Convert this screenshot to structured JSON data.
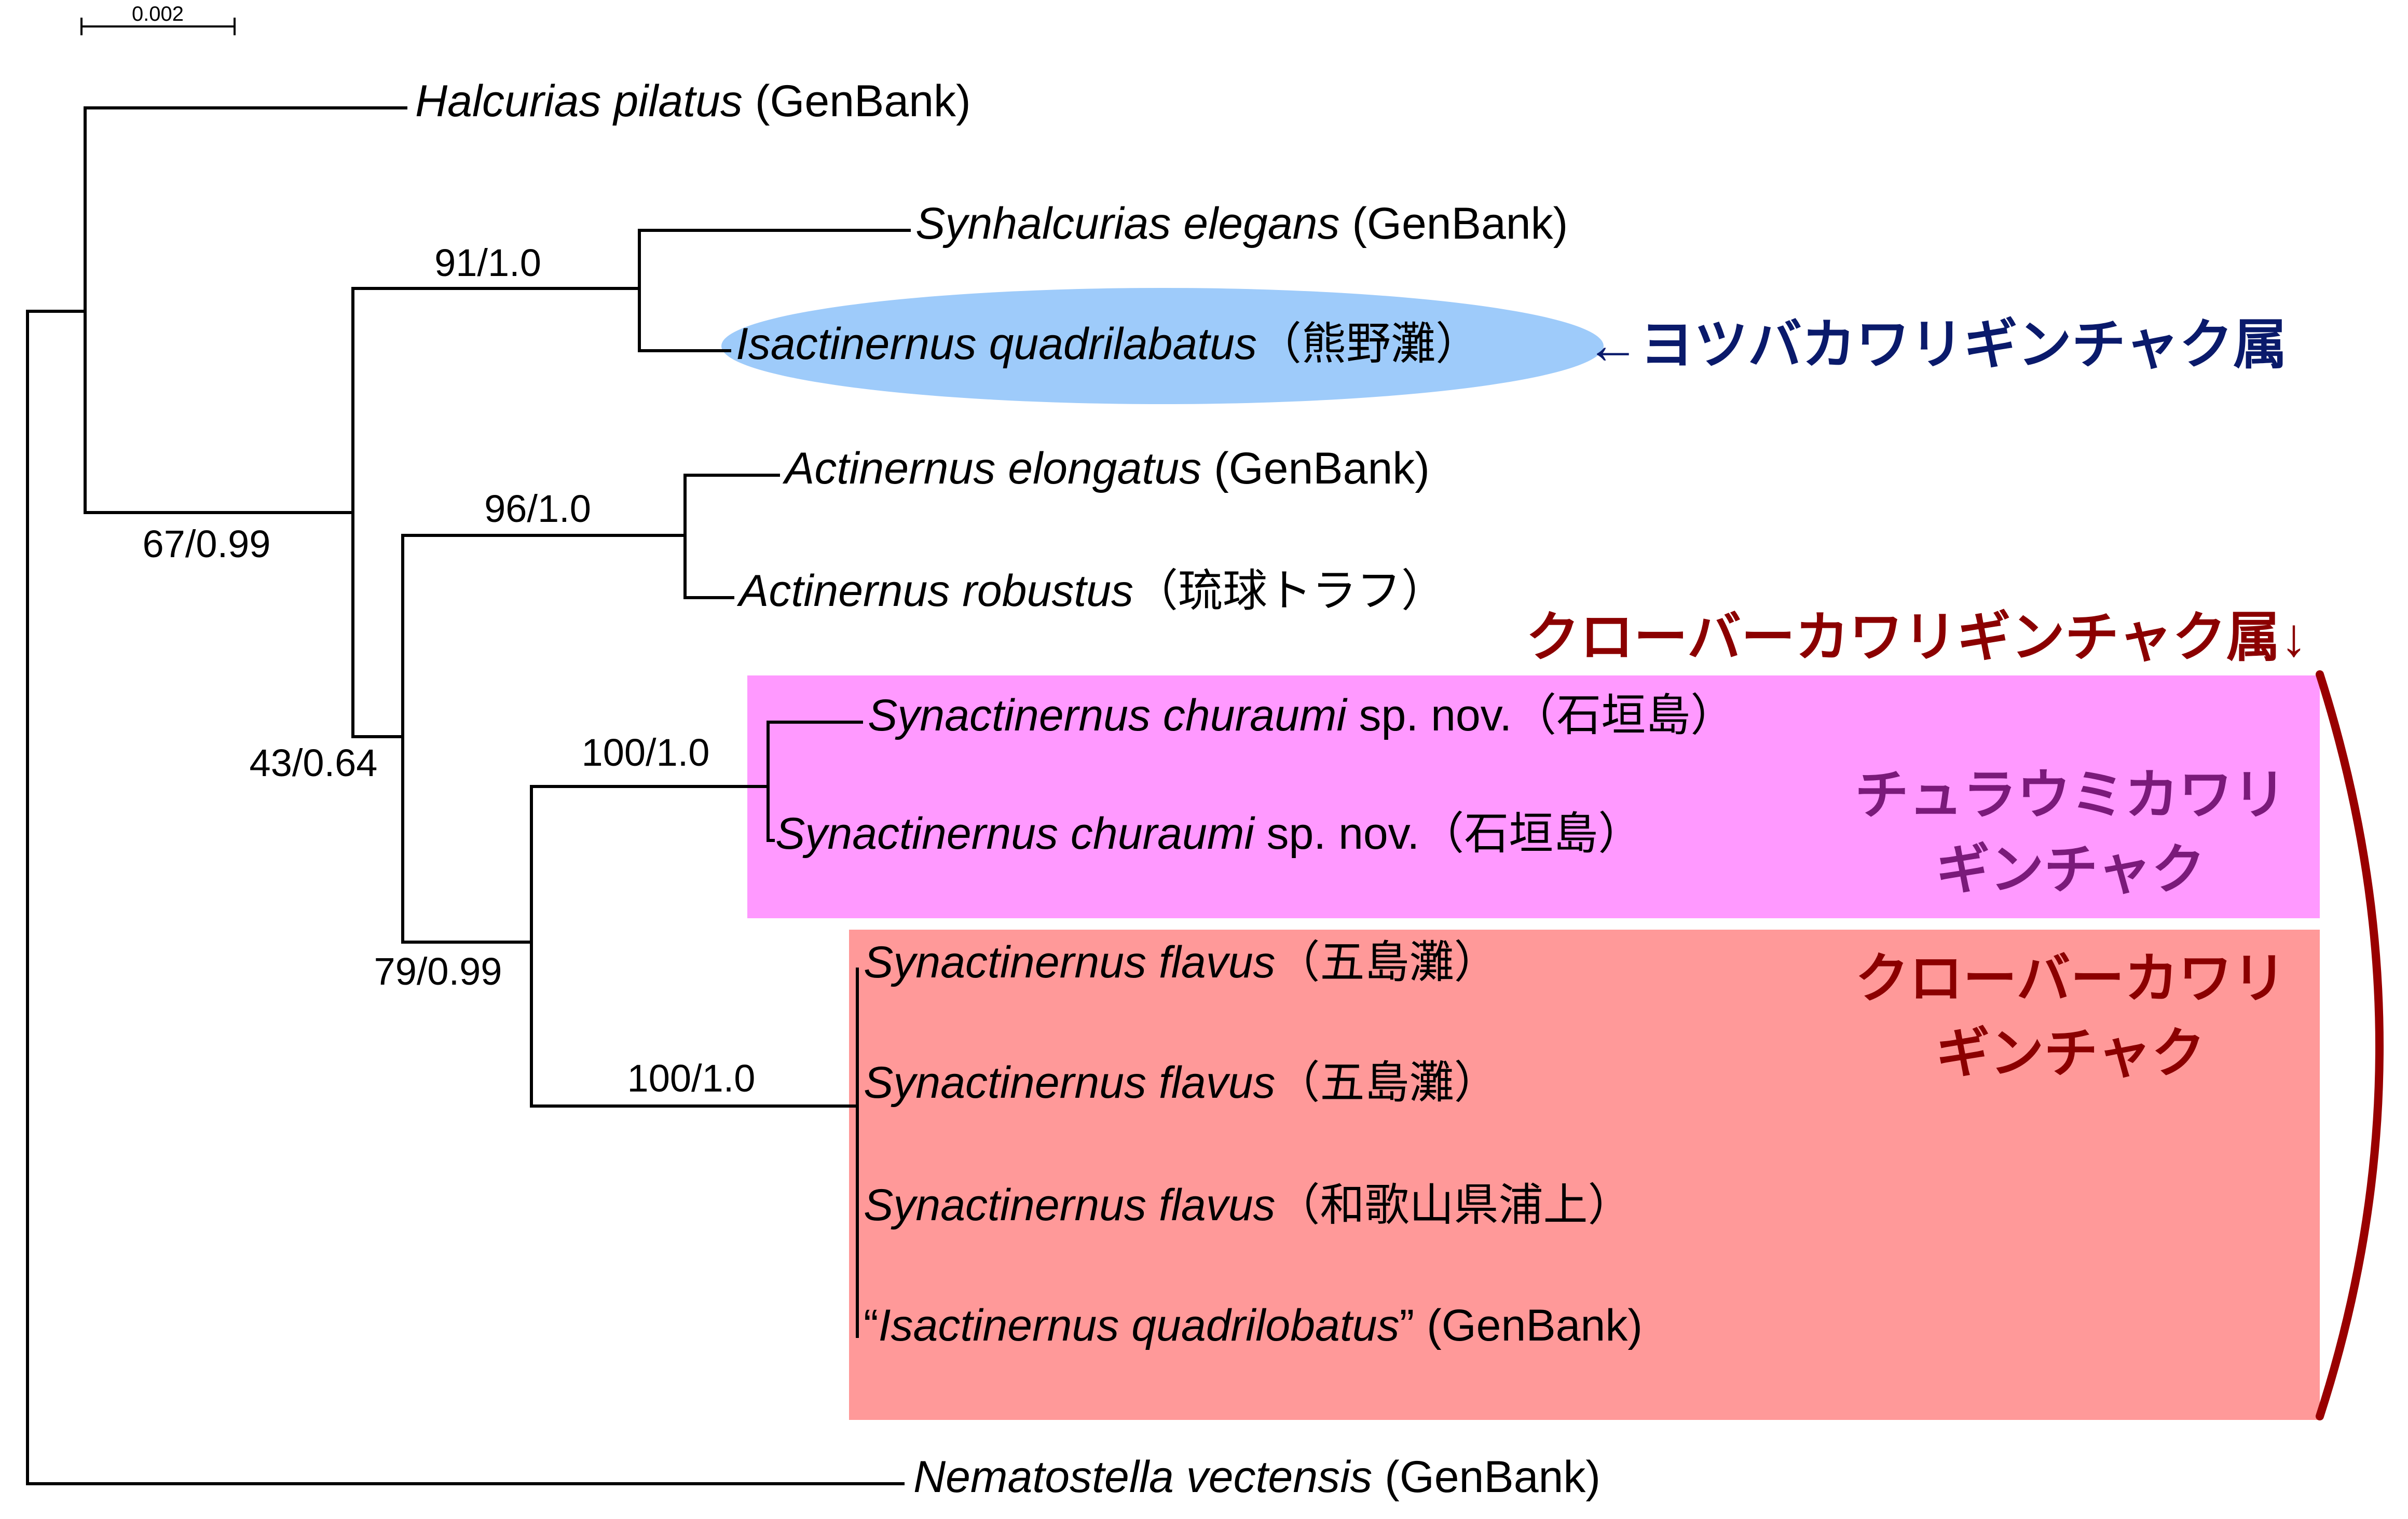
{
  "scale_bar": {
    "label": "0.002"
  },
  "taxa": [
    {
      "id": "halcurias",
      "italic": "Halcurias pilatus",
      "suffix": " (GenBank)"
    },
    {
      "id": "synhal",
      "italic": "Synhalcurias elegans",
      "suffix": " (GenBank)"
    },
    {
      "id": "isact",
      "italic": "Isactinernus quadrilabatus",
      "suffix": "（熊野灘）"
    },
    {
      "id": "actelong",
      "italic": "Actinernus elongatus",
      "suffix": " (GenBank)"
    },
    {
      "id": "actrob",
      "italic": "Actinernus robustus",
      "suffix": "（琉球トラフ）"
    },
    {
      "id": "chur1",
      "italic": "Synactinernus churaumi",
      "suffix": " sp. nov.（石垣島）"
    },
    {
      "id": "chur2",
      "italic": "Synactinernus churaumi",
      "suffix": " sp. nov.（石垣島）"
    },
    {
      "id": "flav1",
      "italic": "Synactinernus flavus",
      "suffix": "（五島灘）"
    },
    {
      "id": "flav2",
      "italic": "Synactinernus flavus",
      "suffix": "（五島灘）"
    },
    {
      "id": "flav3",
      "italic": "Synactinernus flavus",
      "suffix": "（和歌山県浦上）"
    },
    {
      "id": "isquad",
      "prefix": "“",
      "italic": "Isactinernus quadrilobatus",
      "suffix": "” (GenBank)"
    },
    {
      "id": "nemato",
      "italic": "Nematostella vectensis",
      "suffix": " (GenBank)"
    }
  ],
  "supports": {
    "s91": "91/1.0",
    "s67": "67/0.99",
    "s96": "96/1.0",
    "s43": "43/0.64",
    "s100a": "100/1.0",
    "s79": "79/0.99",
    "s100b": "100/1.0"
  },
  "groups": {
    "genus_yotsuba": "←ヨツバカワリギンチャク属",
    "genus_clover": "クローバーカワリギンチャク属↓",
    "churaumi_line1": "チュラウミカワリ",
    "churaumi_line2": "ギンチャク",
    "clover_line1": "クローバーカワリ",
    "clover_line2": "ギンチャク"
  },
  "colors": {
    "isactinernus_ellipse": "#9ecbfa",
    "churaumi_box": "#ff99ff",
    "clover_box": "#ff9999",
    "yotsuba_text": "#0a1a6b",
    "churaumi_text": "#7a1a7a",
    "clover_text": "#8b0000",
    "bracket": "#990000"
  }
}
